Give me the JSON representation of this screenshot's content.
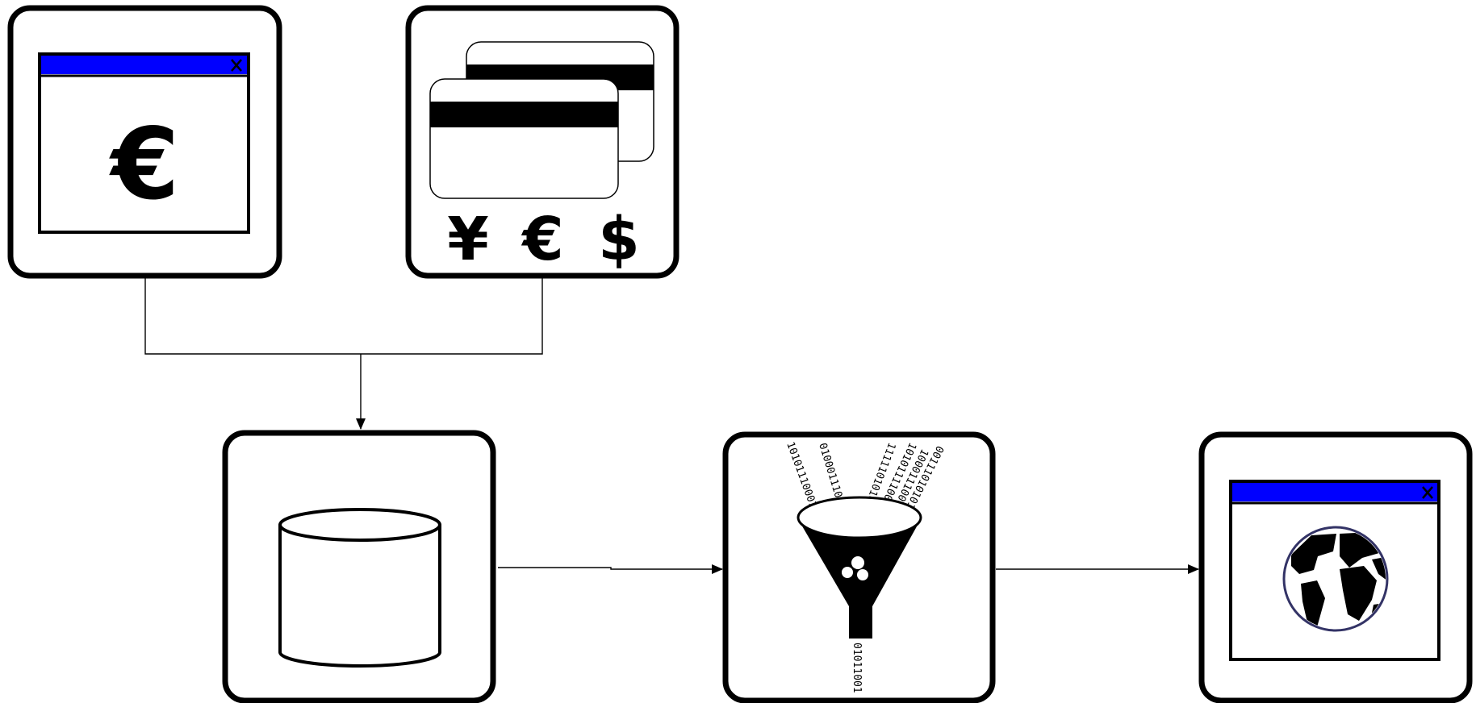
{
  "diagram": {
    "nodes": [
      {
        "id": "currency-window",
        "symbol": "€",
        "icon": "app-window-icon"
      },
      {
        "id": "payment-cards",
        "symbols": [
          "¥",
          "€",
          "$"
        ],
        "icon": "credit-cards-icon"
      },
      {
        "id": "database",
        "icon": "database-cylinder-icon"
      },
      {
        "id": "data-filter",
        "icon": "funnel-icon",
        "input_streams": [
          "1010111000101",
          "0100011101101",
          "1111101010101",
          "1010111100010",
          "1000111000010",
          "0011101010110",
          "1110101101010"
        ],
        "output_stream": "01011001"
      },
      {
        "id": "web-window",
        "icon": "globe-icon"
      }
    ],
    "edges": [
      {
        "from": "currency-window",
        "to": "database"
      },
      {
        "from": "payment-cards",
        "to": "database"
      },
      {
        "from": "database",
        "to": "data-filter"
      },
      {
        "from": "data-filter",
        "to": "web-window"
      }
    ],
    "colors": {
      "window_titlebar": "#0000ff",
      "stroke": "#000000",
      "background": "#ffffff",
      "globe_ring": "#333366"
    }
  }
}
